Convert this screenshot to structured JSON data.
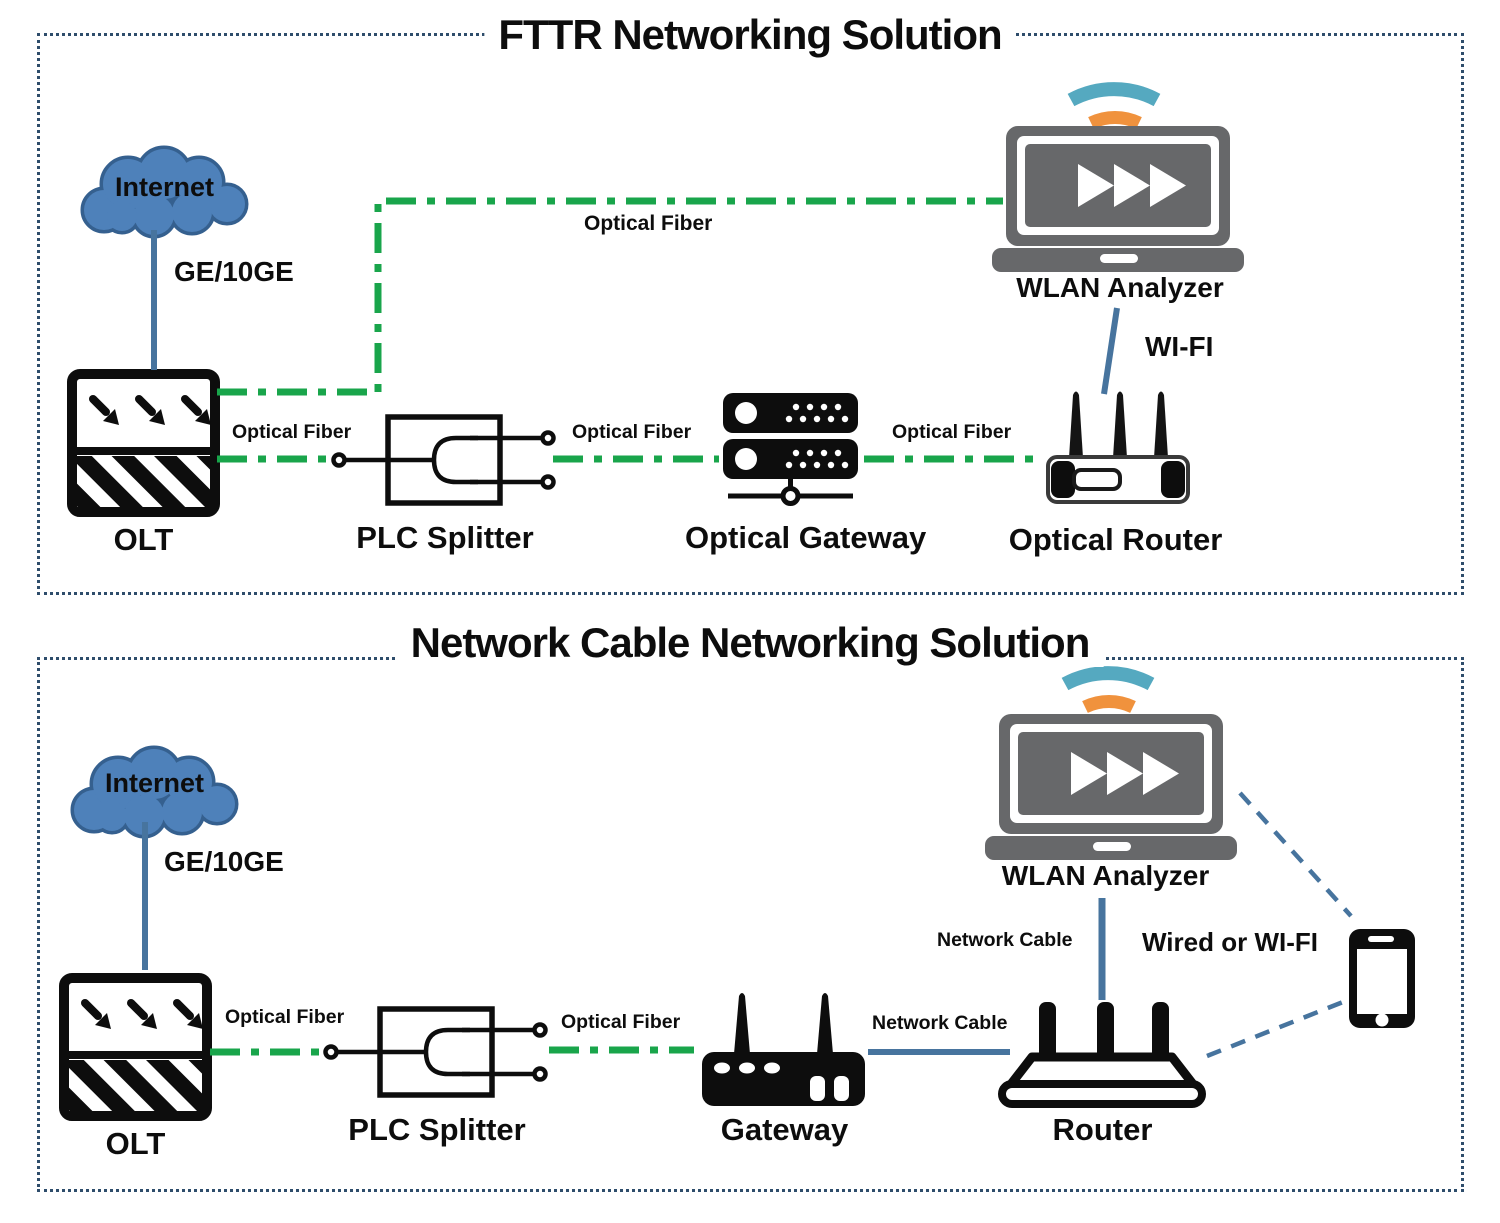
{
  "fttr": {
    "title": "FTTR Networking Solution",
    "nodes": {
      "internet": "Internet",
      "olt": "OLT",
      "plc": "PLC Splitter",
      "gateway": "Optical Gateway",
      "router": "Optical Router",
      "analyzer": "WLAN Analyzer"
    },
    "links": {
      "uplink": "GE/10GE",
      "olt_analyzer": "Optical Fiber",
      "olt_plc": "Optical Fiber",
      "plc_gateway": "Optical Fiber",
      "gateway_router": "Optical Fiber",
      "wifi": "WI-FI"
    }
  },
  "cable": {
    "title": "Network Cable Networking Solution",
    "nodes": {
      "internet": "Internet",
      "olt": "OLT",
      "plc": "PLC Splitter",
      "gateway": "Gateway",
      "router": "Router",
      "analyzer": "WLAN Analyzer"
    },
    "links": {
      "uplink": "GE/10GE",
      "olt_plc": "Optical Fiber",
      "plc_gateway": "Optical Fiber",
      "gateway_router": "Network Cable",
      "analyzer_router": "Network Cable",
      "phone": "Wired or WI-FI"
    }
  },
  "colors": {
    "fiber_green": "#19a54b",
    "cable_blue": "#47749e",
    "border_navy": "#2e4d6b",
    "cloud_blue": "#4e81ba",
    "laptop_gray": "#67686a",
    "wifi_teal": "#55a9c0",
    "wifi_orange": "#f0923d"
  }
}
